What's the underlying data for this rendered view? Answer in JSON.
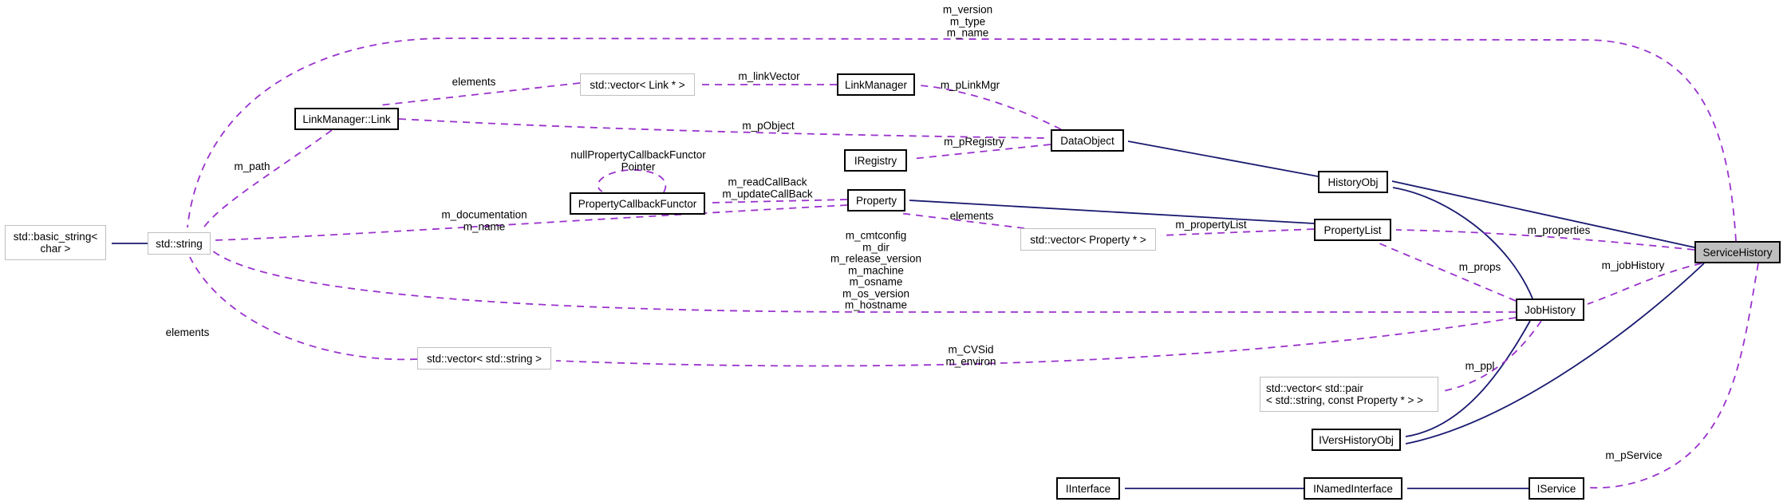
{
  "diagram": {
    "kind": "collaboration-graph",
    "focus_class": "ServiceHistory",
    "colors": {
      "inheritance_edge": "#191970",
      "usage_edge": "#9a32cd",
      "node_border": "#000000",
      "external_node_border": "#c0c0c0",
      "focus_node_fill": "#bfbfbf",
      "node_fill": "#ffffff",
      "background": "#ffffff"
    },
    "nodes": {
      "basic_string": "std::basic_string<\nchar >",
      "string": "std::string",
      "link_manager_link": "LinkManager::Link",
      "vector_link": "std::vector< Link * >",
      "link_manager": "LinkManager",
      "iregistry": "IRegistry",
      "property_callback_functor": "PropertyCallbackFunctor",
      "property": "Property",
      "vector_property": "std::vector< Property * >",
      "data_object": "DataObject",
      "history_obj": "HistoryObj",
      "property_list": "PropertyList",
      "service_history": "ServiceHistory",
      "job_history": "JobHistory",
      "vector_string": "std::vector< std::string >",
      "vector_pair": "std::vector< std::pair\n< std::string, const Property * > >",
      "ivers_history_obj": "IVersHistoryObj",
      "iinterface": "IInterface",
      "inamed_interface": "INamedInterface",
      "iservice": "IService"
    },
    "edge_labels": {
      "version_type_name": "m_version\nm_type\nm_name",
      "elements_links": "elements",
      "m_link_vector": "m_linkVector",
      "m_p_link_mgr": "m_pLinkMgr",
      "m_p_object": "m_pObject",
      "m_p_registry": "m_pRegistry",
      "null_functor_pointer": "nullPropertyCallbackFunctor\nPointer",
      "callbacks": "m_readCallBack\nm_updateCallBack",
      "m_path": "m_path",
      "doc_name": "m_documentation\nm_name",
      "elements_properties": "elements",
      "m_property_list": "m_propertyList",
      "m_properties": "m_properties",
      "job_strings": "m_cmtconfig\nm_dir\nm_release_version\nm_machine\nm_osname\nm_os_version\nm_hostname",
      "m_props": "m_props",
      "m_job_history": "m_jobHistory",
      "elements_strings": "elements",
      "cvsid_environ": "m_CVSid\nm_environ",
      "m_ppl": "m_ppl",
      "m_p_service": "m_pService"
    }
  }
}
